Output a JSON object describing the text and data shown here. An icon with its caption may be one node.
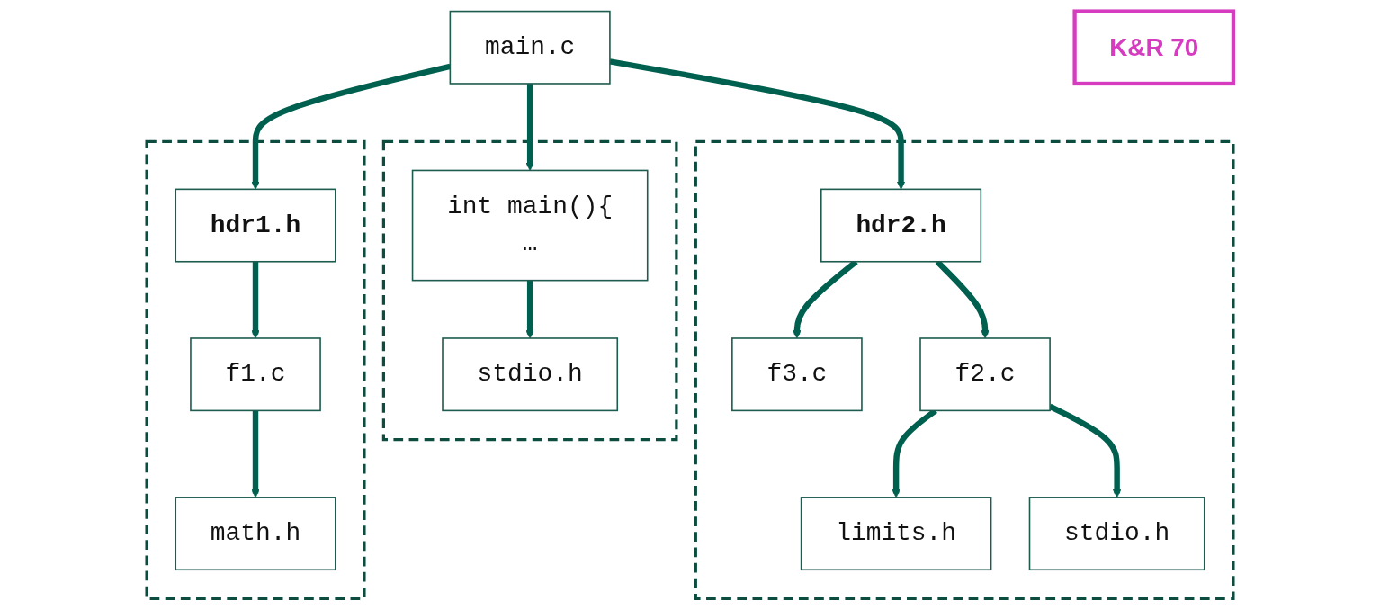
{
  "diagram": {
    "nodes": [
      {
        "text": [
          "main.c"
        ]
      },
      {
        "text": [
          "K&R 70"
        ]
      },
      {
        "text": [],
        "shape": "box"
      },
      {
        "text": [
          "hdr1.h"
        ],
        "in": 2
      },
      {
        "text": [
          "f1.c"
        ],
        "in": 2
      },
      {
        "text": [
          "math.h"
        ],
        "in": 2
      },
      {
        "text": [],
        "shape": "box"
      },
      {
        "text": [
          "int main(){",
          "…"
        ],
        "in": 6
      },
      {
        "text": [
          "stdio.h"
        ],
        "in": 6
      },
      {
        "text": [],
        "shape": "box"
      },
      {
        "text": [
          "hdr2.h"
        ],
        "in": 9
      },
      {
        "text": [
          "f3.c"
        ],
        "in": 9
      },
      {
        "text": [
          "f2.c"
        ],
        "in": 9
      },
      {
        "text": [
          "limits.h"
        ],
        "in": 9
      },
      {
        "text": [
          "stdio.h"
        ],
        "in": 9
      }
    ],
    "edges": [
      {
        "from": 0,
        "to": 3,
        "arrow": "to"
      },
      {
        "from": 0,
        "to": 7,
        "arrow": "to"
      },
      {
        "from": 0,
        "to": 10,
        "arrow": "to"
      },
      {
        "from": 3,
        "to": 4,
        "arrow": "to"
      },
      {
        "from": 4,
        "to": 5,
        "arrow": "to"
      },
      {
        "from": 7,
        "to": 8,
        "arrow": "to"
      },
      {
        "from": 10,
        "to": 12,
        "arrow": "to"
      },
      {
        "from": 10,
        "to": 11,
        "arrow": "to"
      },
      {
        "from": 12,
        "to": 13,
        "arrow": "to"
      },
      {
        "from": 12,
        "to": 14,
        "arrow": "to"
      }
    ]
  }
}
